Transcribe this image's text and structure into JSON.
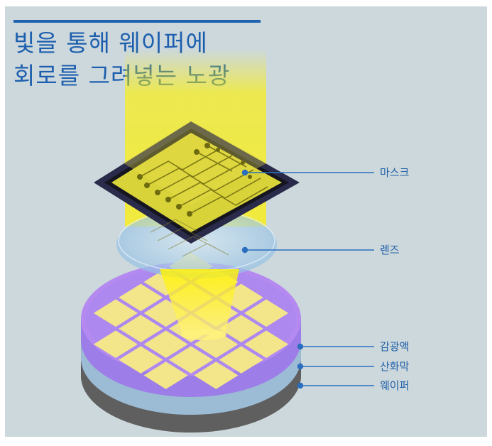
{
  "title": {
    "line1": "빛을 통해 웨이퍼에",
    "line2": "회로를 그려넣는 노광"
  },
  "labels": {
    "mask": "마스크",
    "lens": "렌즈",
    "photoresist": "감광액",
    "oxide": "산화막",
    "wafer": "웨이퍼"
  },
  "colors": {
    "background": "#cdd8dc",
    "title": "#1d5fae",
    "leader_line": "#2a6fbf",
    "light": "#fff200",
    "mask_frame": "#2a2a4a",
    "photoresist": "#b48af0",
    "oxide": "#8fb2cf",
    "wafer": "#5f5f5f",
    "die": "#f3e58a"
  }
}
